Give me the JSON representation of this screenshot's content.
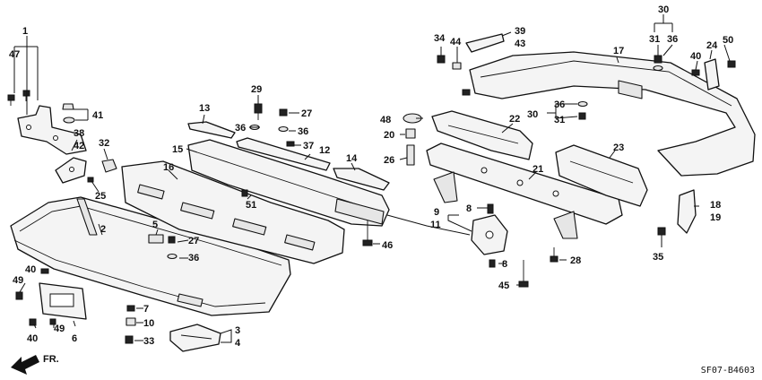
{
  "diagram_code": "SF07-B4603",
  "direction_label": "FR.",
  "callouts": [
    {
      "id": "c1",
      "text": "1"
    },
    {
      "id": "c47",
      "text": "47"
    },
    {
      "id": "c41",
      "text": "41"
    },
    {
      "id": "c38",
      "text": "38"
    },
    {
      "id": "c42",
      "text": "42"
    },
    {
      "id": "c32",
      "text": "32"
    },
    {
      "id": "c25",
      "text": "25"
    },
    {
      "id": "c2",
      "text": "2"
    },
    {
      "id": "c40a",
      "text": "40"
    },
    {
      "id": "c49a",
      "text": "49"
    },
    {
      "id": "c40b",
      "text": "40"
    },
    {
      "id": "c49b",
      "text": "49"
    },
    {
      "id": "c6",
      "text": "6"
    },
    {
      "id": "c13",
      "text": "13"
    },
    {
      "id": "c15",
      "text": "15"
    },
    {
      "id": "c16",
      "text": "16"
    },
    {
      "id": "c5",
      "text": "5"
    },
    {
      "id": "c27a",
      "text": "27"
    },
    {
      "id": "c36a",
      "text": "36"
    },
    {
      "id": "c7",
      "text": "7"
    },
    {
      "id": "c10",
      "text": "10"
    },
    {
      "id": "c33",
      "text": "33"
    },
    {
      "id": "c3",
      "text": "3"
    },
    {
      "id": "c4",
      "text": "4"
    },
    {
      "id": "c29",
      "text": "29"
    },
    {
      "id": "c27b",
      "text": "27"
    },
    {
      "id": "c36b",
      "text": "36"
    },
    {
      "id": "c36c",
      "text": "36"
    },
    {
      "id": "c37",
      "text": "37"
    },
    {
      "id": "c12",
      "text": "12"
    },
    {
      "id": "c14",
      "text": "14"
    },
    {
      "id": "c51",
      "text": "51"
    },
    {
      "id": "c46",
      "text": "46"
    },
    {
      "id": "c48",
      "text": "48"
    },
    {
      "id": "c20",
      "text": "20"
    },
    {
      "id": "c26",
      "text": "26"
    },
    {
      "id": "c22",
      "text": "22"
    },
    {
      "id": "c21",
      "text": "21"
    },
    {
      "id": "c9",
      "text": "9"
    },
    {
      "id": "c11",
      "text": "11"
    },
    {
      "id": "c8a",
      "text": "8"
    },
    {
      "id": "c8b",
      "text": "8"
    },
    {
      "id": "c45",
      "text": "45"
    },
    {
      "id": "c28",
      "text": "28"
    },
    {
      "id": "c23",
      "text": "23"
    },
    {
      "id": "c34",
      "text": "34"
    },
    {
      "id": "c44",
      "text": "44"
    },
    {
      "id": "c39",
      "text": "39"
    },
    {
      "id": "c43",
      "text": "43"
    },
    {
      "id": "c17",
      "text": "17"
    },
    {
      "id": "c30a",
      "text": "30"
    },
    {
      "id": "c31a",
      "text": "31"
    },
    {
      "id": "c36d",
      "text": "36"
    },
    {
      "id": "c24",
      "text": "24"
    },
    {
      "id": "c50",
      "text": "50"
    },
    {
      "id": "c40c",
      "text": "40"
    },
    {
      "id": "c30b",
      "text": "30"
    },
    {
      "id": "c36e",
      "text": "36"
    },
    {
      "id": "c31b",
      "text": "31"
    },
    {
      "id": "c18",
      "text": "18"
    },
    {
      "id": "c19",
      "text": "19"
    },
    {
      "id": "c35",
      "text": "35"
    }
  ]
}
